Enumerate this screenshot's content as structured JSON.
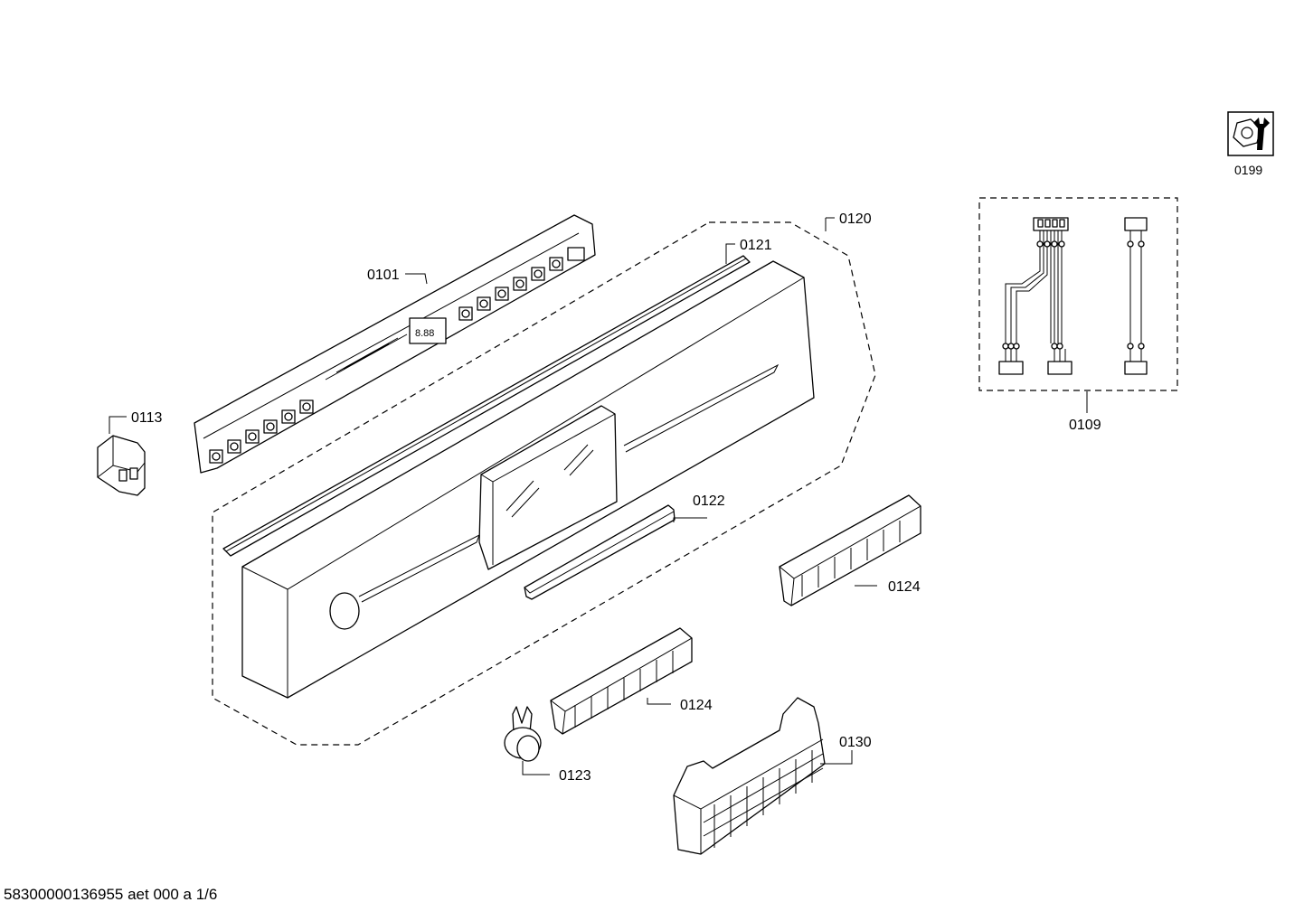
{
  "parts": {
    "p0101": "0101",
    "p0109": "0109",
    "p0113": "0113",
    "p0120": "0120",
    "p0121": "0121",
    "p0122": "0122",
    "p0123": "0123",
    "p0124a": "0124",
    "p0124b": "0124",
    "p0130": "0130",
    "p0199": "0199"
  },
  "footer": "58300000136955 aet 000 a 1/6",
  "icons": {
    "service_kit": "wrench-nut-icon"
  }
}
